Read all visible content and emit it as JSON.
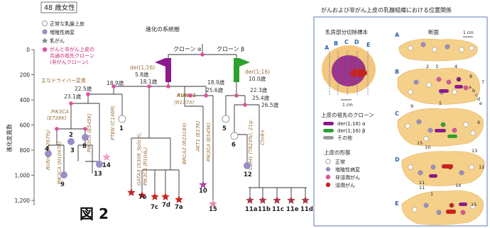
{
  "figure_label": "図 2",
  "left": {
    "case_label": "48 歳女性",
    "legend": {
      "normal": "正常な乳腺上皮",
      "proliferative": "増殖性病変",
      "cancer": "乳がん",
      "ancestor_line1": "がんと非がん上皮の",
      "ancestor_line2": "共通の祖先クローン",
      "ancestor_line3": "(非がんクローン)",
      "driver": "主なドライバー変異"
    },
    "yaxis": {
      "label": "進化変異数",
      "ticks": [
        "0",
        "200",
        "400",
        "600",
        "800",
        "1,000",
        "1,200"
      ]
    },
    "tree": {
      "title": "進化の系統樹",
      "clone_a": "クローン α",
      "clone_b": "クローン β",
      "der_a_line1": "der(1;16)",
      "der_a_line2": "5.8歳",
      "der_b_line1": "der(1;16)",
      "der_b_line2": "10.0歳",
      "ages": [
        "18.1歳",
        "18.9歳",
        "22.5歳",
        "23.1歳",
        "18.9歳",
        "25.6歳",
        "22.3歳",
        "25.4歳",
        "26.5歳"
      ],
      "genes": {
        "pik3ca_e726k": "PIK3CA",
        "pik3ca_e726k_sub": "(E726K)",
        "pten": "PTEN (C136R)",
        "pik3ca_e545k_left": "PIK3CA (E545K)",
        "pik3ca_h1047r": "PIK3CA (H1047R)",
        "runx1_left": "RUNX1 (R267fs)",
        "gata3": "GATA3 (X308_Splice),",
        "gata3_2": "PIK3CA (P104L)",
        "runx1_mid": "RUNX1",
        "runx1_mid_sub": "(R177X)",
        "brca2": "BRCA2 (R2318X)",
        "akt1": "AKT1 (E17K)",
        "pik3ca_e545k_mid": "PIK3CA (E545K)",
        "cdh1": "CDH1 (T823fs), 21q-",
        "chr8": "Chr8+"
      },
      "leaves": [
        "1",
        "2",
        "3",
        "4",
        "5",
        "6",
        "7a",
        "7c",
        "7d",
        "7e",
        "8",
        "9",
        "10",
        "11a",
        "11b",
        "11c",
        "11e",
        "11d",
        "12",
        "13",
        "14",
        "15"
      ]
    }
  },
  "right": {
    "title": "がんおよび非がん上皮の乳腺組織における位置関係",
    "specimen_label": "乳房部分切除標本",
    "section_label": "断面",
    "scale_specimen": "1 cm",
    "scale_section": "1 cm",
    "section_letters": [
      "A",
      "B",
      "C",
      "D",
      "E"
    ],
    "clone_legend": {
      "title": "上皮の祖先のクローン",
      "alpha": "der(1;16) α",
      "beta": "der(1;16) β",
      "other": "その他"
    },
    "morph_legend": {
      "title": "上皮の形態",
      "normal": "正常",
      "proliferative": "増殖性病変",
      "noninvasive": "非浸潤がん",
      "invasive": "浸潤がん"
    },
    "section_numbers": [
      "2",
      "3",
      "4",
      "8",
      "a",
      "b",
      "c",
      "d",
      "e",
      "7",
      "5",
      "9",
      "6",
      "15",
      "10",
      "13",
      "12",
      "11",
      "11",
      "14",
      "1",
      "15"
    ]
  },
  "colors": {
    "alpha": "#8c1a8c",
    "beta": "#2ea02e",
    "pink": "#e0509a",
    "red": "#c8241e",
    "tan": "#f5d08a",
    "lavender": "#9a8ec8",
    "gray": "#9a9a9a",
    "gene_text": "#9a6f3a",
    "age_text": "#333333"
  }
}
